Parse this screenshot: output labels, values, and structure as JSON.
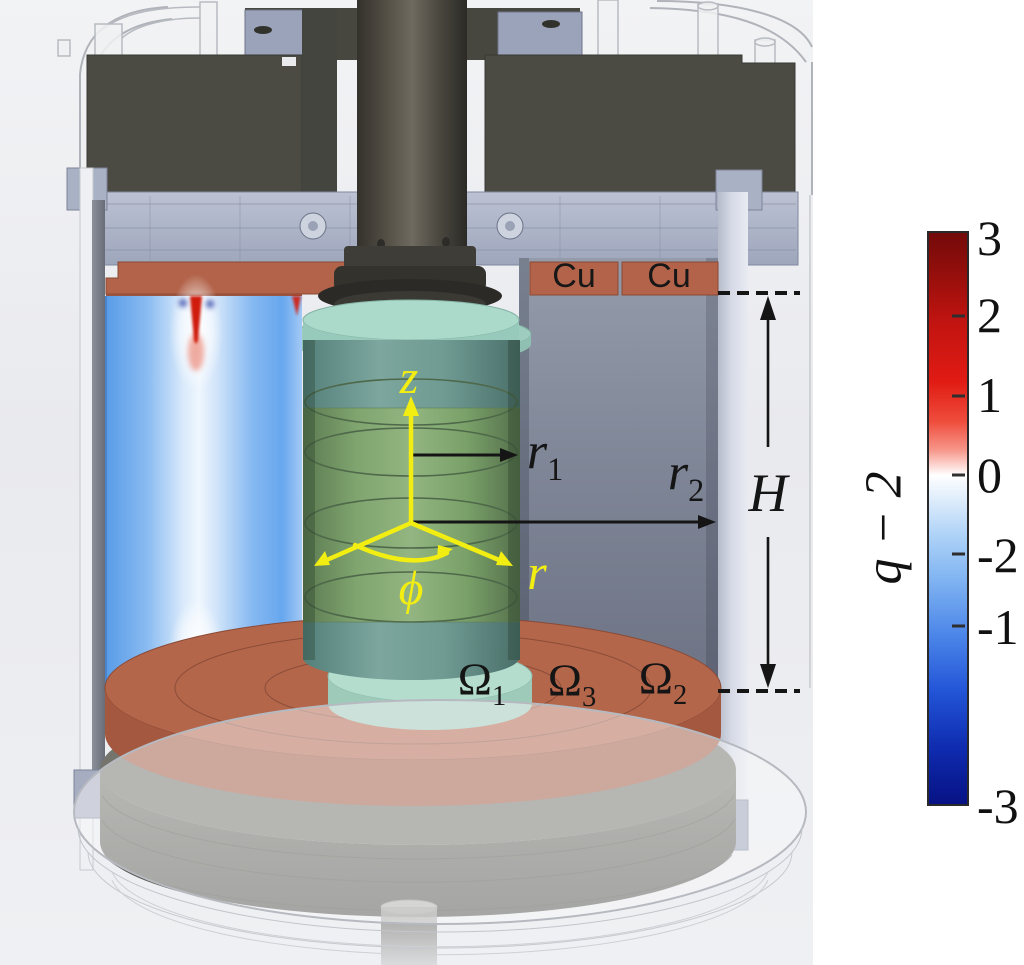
{
  "figure": {
    "type": "apparatus cross-section diagram with simulation field overlay",
    "labels": {
      "cu_left": "Cu",
      "cu_right": "Cu",
      "axis_z": "z",
      "axis_phi": "ϕ",
      "axis_r": "r",
      "radius_inner": {
        "base": "r",
        "sub": "1"
      },
      "radius_outer": {
        "base": "r",
        "sub": "2"
      },
      "height": "H",
      "omega_inner": {
        "base": "Ω",
        "sub": "1"
      },
      "omega_middle": {
        "base": "Ω",
        "sub": "3"
      },
      "omega_outer": {
        "base": "Ω",
        "sub": "2"
      }
    },
    "colors": {
      "copper": "#b26349",
      "dark_block": "#4b4b44",
      "flange_steel_blue": "#aab3c9",
      "inner_cylinder_green": "#8cae7a",
      "inner_cylinder_teal": "#76a29a",
      "end_cap_mint": "#a7d6c8",
      "outer_cylinder_gray": "#848b9b",
      "field_blue": "#5ea3ec",
      "field_red": "#cf1d10",
      "annotation_yellow": "#f2ee12"
    }
  },
  "colorbar": {
    "title": "q − 2",
    "range_top": 3,
    "range_bottom": -3,
    "ticks": [
      {
        "label": "3",
        "pos_pct": 1.2,
        "mark": false
      },
      {
        "label": "2",
        "pos_pct": 14.6,
        "mark": true
      },
      {
        "label": "1",
        "pos_pct": 28.5,
        "mark": true
      },
      {
        "label": "0",
        "pos_pct": 42.4,
        "mark": true
      },
      {
        "label": "-2",
        "pos_pct": 56.3,
        "mark": true
      },
      {
        "label": "-1",
        "pos_pct": 68.9,
        "mark": true
      },
      {
        "label": "-3",
        "pos_pct": 100,
        "mark": false
      }
    ],
    "gradient": [
      {
        "pct": 0,
        "color": "#730a0a"
      },
      {
        "pct": 6,
        "color": "#8f0e0b"
      },
      {
        "pct": 16,
        "color": "#c31410"
      },
      {
        "pct": 26,
        "color": "#e01b14"
      },
      {
        "pct": 33,
        "color": "#ef4d3c"
      },
      {
        "pct": 38,
        "color": "#f7968a"
      },
      {
        "pct": 42.4,
        "color": "#ffffff"
      },
      {
        "pct": 47,
        "color": "#dcebfb"
      },
      {
        "pct": 53,
        "color": "#aed2f7"
      },
      {
        "pct": 60,
        "color": "#84b7f2"
      },
      {
        "pct": 70,
        "color": "#4e88e9"
      },
      {
        "pct": 80,
        "color": "#2356d8"
      },
      {
        "pct": 90,
        "color": "#0f2cb0"
      },
      {
        "pct": 100,
        "color": "#071284"
      }
    ]
  }
}
